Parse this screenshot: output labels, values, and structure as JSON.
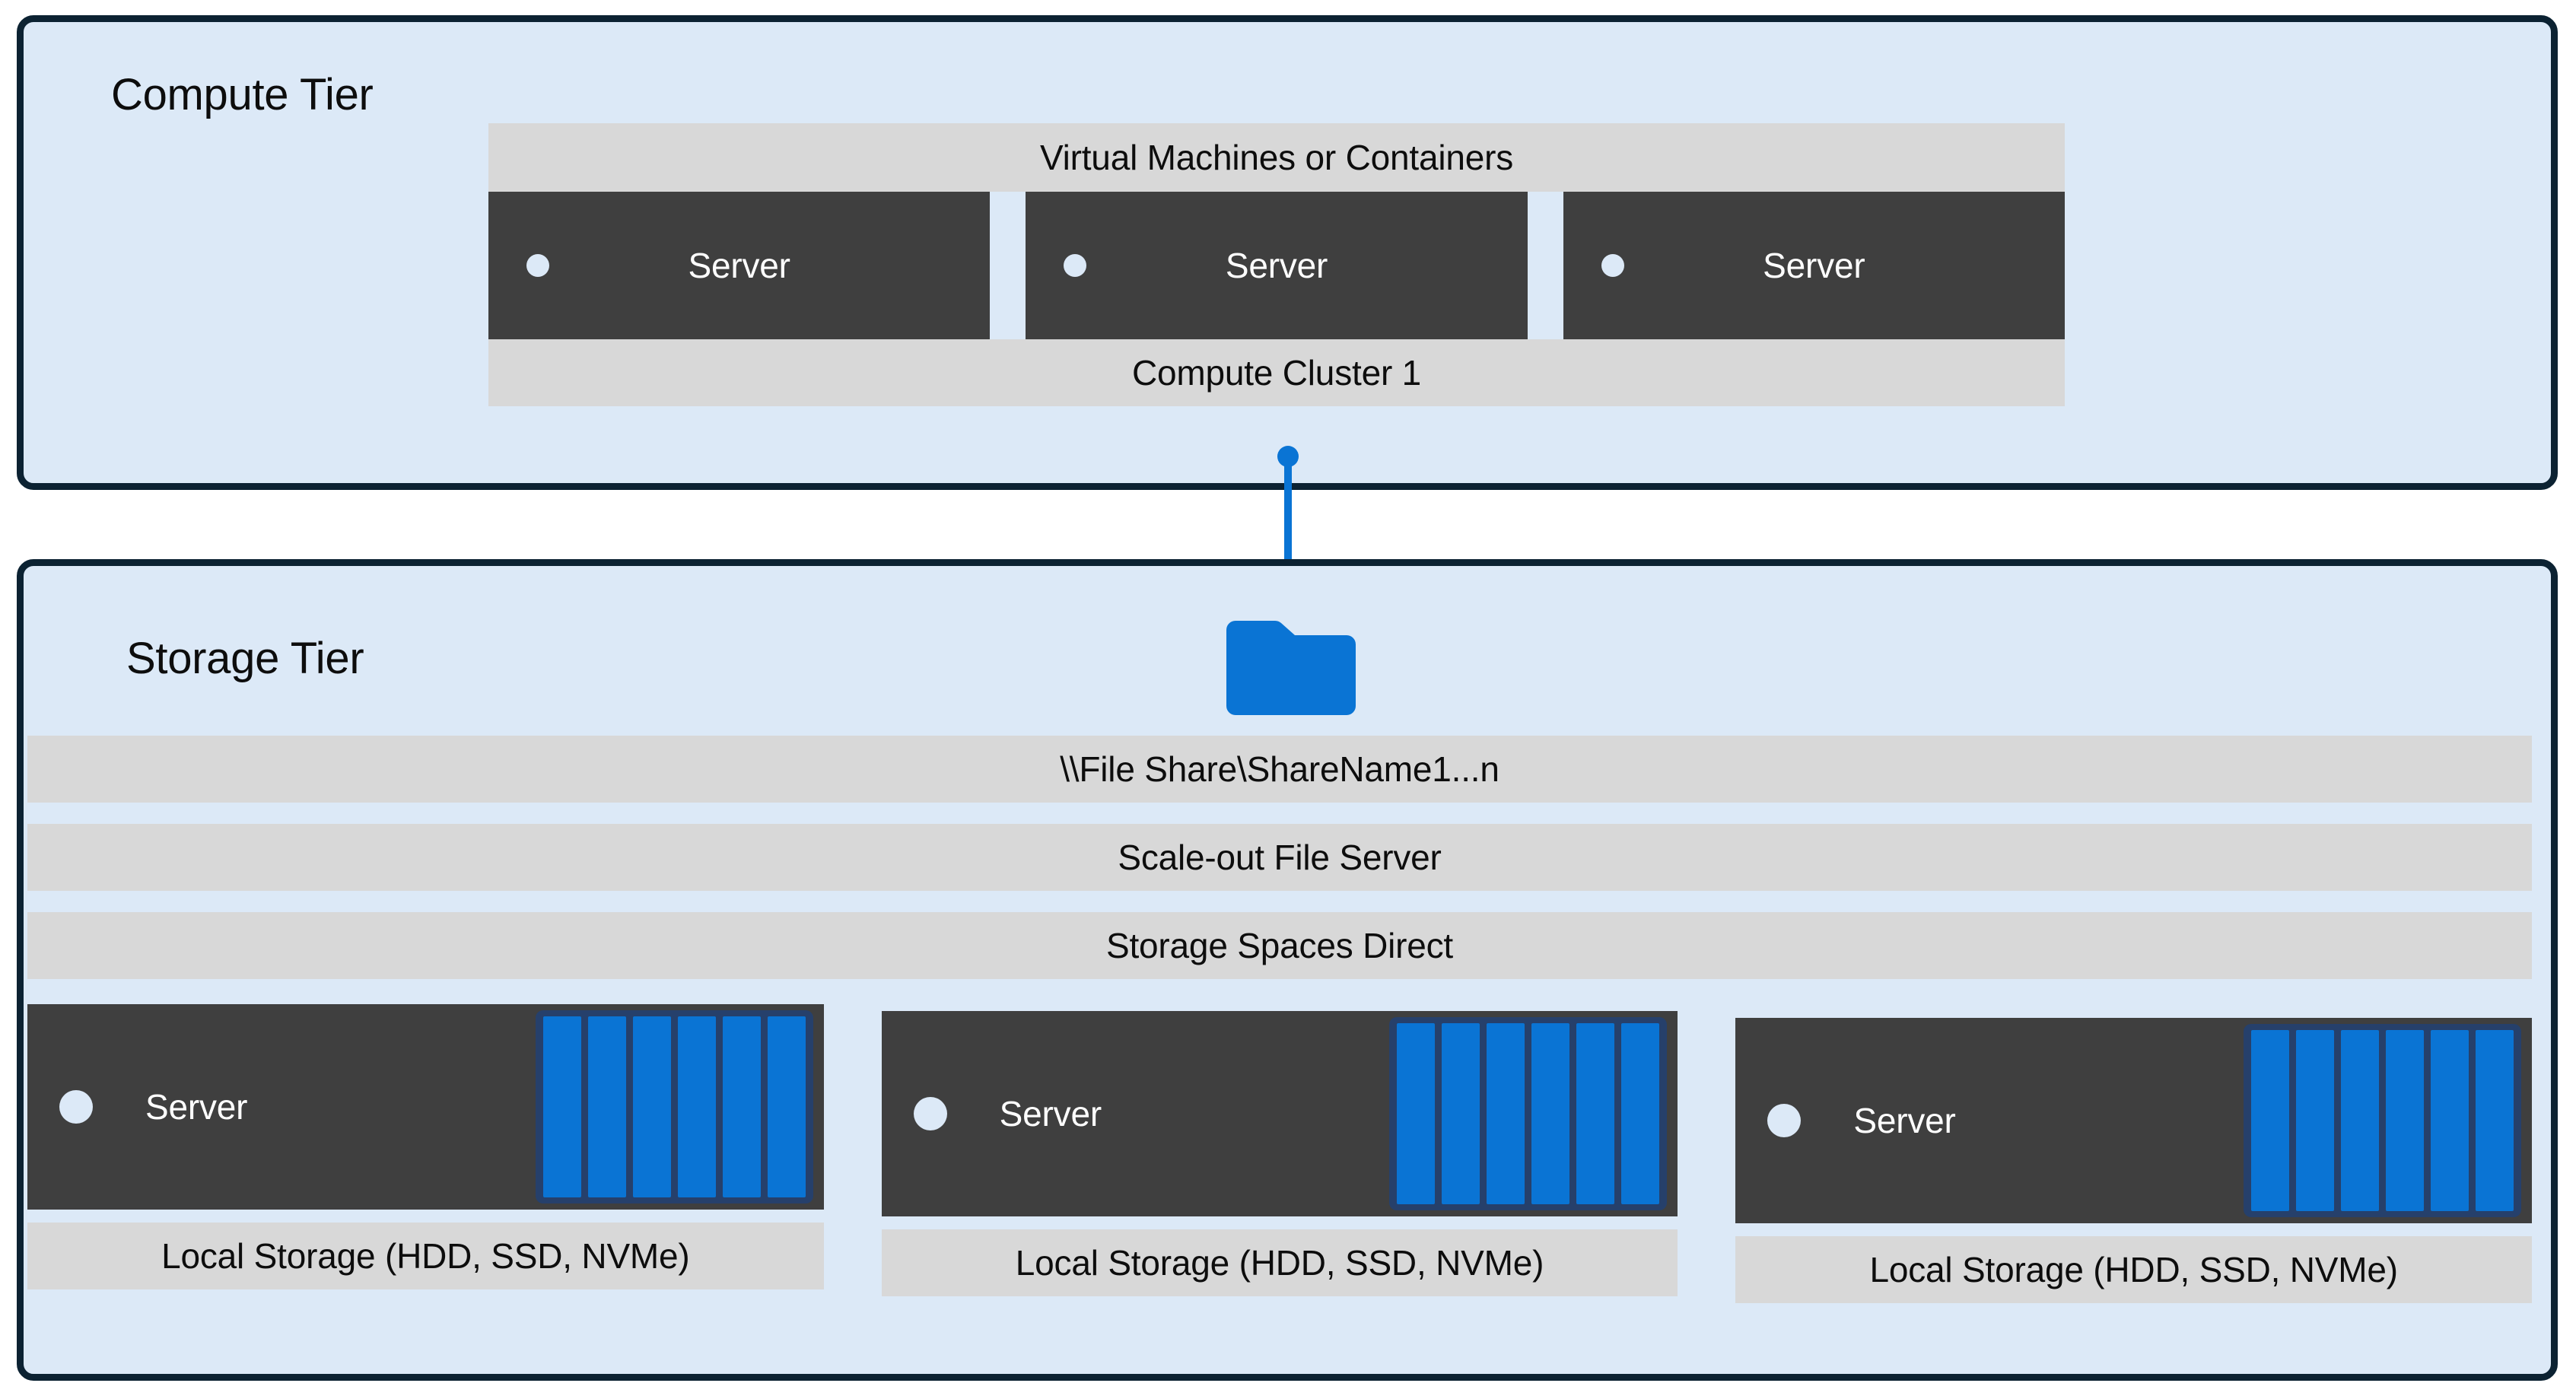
{
  "diagram": {
    "colors": {
      "tier_fill": "#dce9f7",
      "tier_border": "#0c2232",
      "band_fill": "#d8d8d8",
      "server_fill": "#3f3f3f",
      "accent_blue": "#0a74d4",
      "disk_frame": "#26406b",
      "dot_fill": "#dce9f7",
      "text_dark": "#0d0d0d",
      "text_light": "#ffffff"
    }
  },
  "compute_tier": {
    "title": "Compute Tier",
    "top_band_label": "Virtual Machines or Containers",
    "bottom_band_label": "Compute Cluster 1",
    "servers": [
      {
        "label": "Server"
      },
      {
        "label": "Server"
      },
      {
        "label": "Server"
      }
    ]
  },
  "connector": {
    "icon": "folder-icon",
    "endpoint_top": "dot",
    "endpoint_bottom": "dot"
  },
  "storage_tier": {
    "title": "Storage Tier",
    "bands": [
      {
        "label": "\\\\File Share\\ShareName1...n"
      },
      {
        "label": "Scale-out File Server"
      },
      {
        "label": "Storage Spaces Direct"
      }
    ],
    "nodes": [
      {
        "label": "Server",
        "disk_count": 6,
        "local_storage_label": "Local Storage (HDD, SSD, NVMe)"
      },
      {
        "label": "Server",
        "disk_count": 6,
        "local_storage_label": "Local Storage (HDD, SSD, NVMe)"
      },
      {
        "label": "Server",
        "disk_count": 6,
        "local_storage_label": "Local Storage (HDD, SSD, NVMe)"
      }
    ]
  }
}
